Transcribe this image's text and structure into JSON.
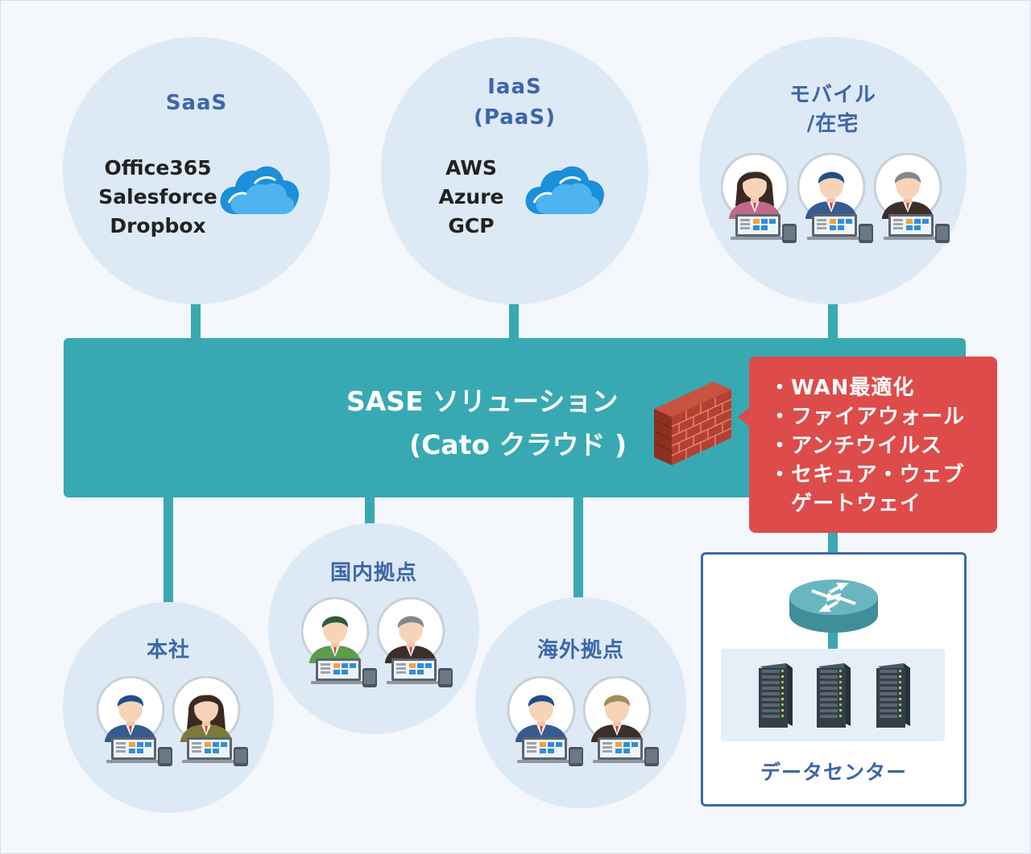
{
  "top_nodes": {
    "saas": {
      "title": "SaaS",
      "items": [
        "Office365",
        "Salesforce",
        "Dropbox"
      ]
    },
    "iaas": {
      "title_line1": "IaaS",
      "title_line2": "(PaaS)",
      "items": [
        "AWS",
        "Azure",
        "GCP"
      ]
    },
    "mobile": {
      "title_line1": "モバイル",
      "title_line2": "/在宅"
    }
  },
  "sase": {
    "line1": "SASE ソリューション",
    "line2": "(Cato クラウド )"
  },
  "callout": {
    "items": [
      "・WAN最適化",
      "・ファイアウォール",
      "・アンチウイルス",
      "・セキュア・ウェブ",
      "　ゲートウェイ"
    ]
  },
  "bottom_nodes": {
    "hq": {
      "title": "本社"
    },
    "domestic": {
      "title": "国内拠点"
    },
    "overseas": {
      "title": "海外拠点"
    },
    "datacenter": {
      "title": "データセンター"
    }
  },
  "colors": {
    "circle_fill": "#dde9f5",
    "sase_bar": "#38a9b2",
    "callout": "#de4b4b",
    "title_blue": "#3d66a8",
    "cloud_blue": "#1b8fd9"
  },
  "icons": [
    "cloud-icon",
    "firewall-icon",
    "router-icon",
    "server-rack-icon",
    "user-avatar-icon",
    "laptop-icon",
    "tablet-icon"
  ]
}
